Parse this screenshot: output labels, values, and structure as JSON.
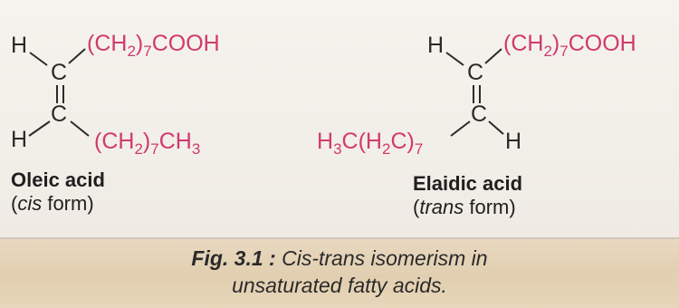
{
  "oleic": {
    "name": "Oleic acid",
    "form_open": "(",
    "form_italic": "cis",
    "form_rest": " form)",
    "top_left": "H",
    "bottom_left": "H",
    "top_group": "(CH",
    "top_group_sub": "2",
    "top_group_paren": ")",
    "top_group_sub2": "7",
    "top_group_end": "COOH",
    "bottom_group": "(CH",
    "bottom_group_sub": "2",
    "bottom_group_paren": ")",
    "bottom_group_sub2": "7",
    "bottom_group_end": "CH",
    "bottom_group_sub3": "3",
    "carbon": "C"
  },
  "elaidic": {
    "name": "Elaidic acid",
    "form_open": "(",
    "form_italic": "trans",
    "form_rest": " form)",
    "top_left": "H",
    "bottom_right": "H",
    "top_group": "(CH",
    "top_group_sub": "2",
    "top_group_paren": ")",
    "top_group_sub2": "7",
    "top_group_end": "COOH",
    "bottom_group": "H",
    "bottom_group_sub": "3",
    "bottom_group_mid": "C(H",
    "bottom_group_sub2": "2",
    "bottom_group_end": "C)",
    "bottom_group_sub3": "7",
    "carbon": "C"
  },
  "caption": {
    "label": "Fig. 3.1 :",
    "line1": " Cis-trans isomerism in",
    "line2": "unsaturated fatty acids."
  },
  "colors": {
    "atom": "#2a2a2a",
    "group": "#d13a6e",
    "caption_band": "#e5d4b6"
  }
}
